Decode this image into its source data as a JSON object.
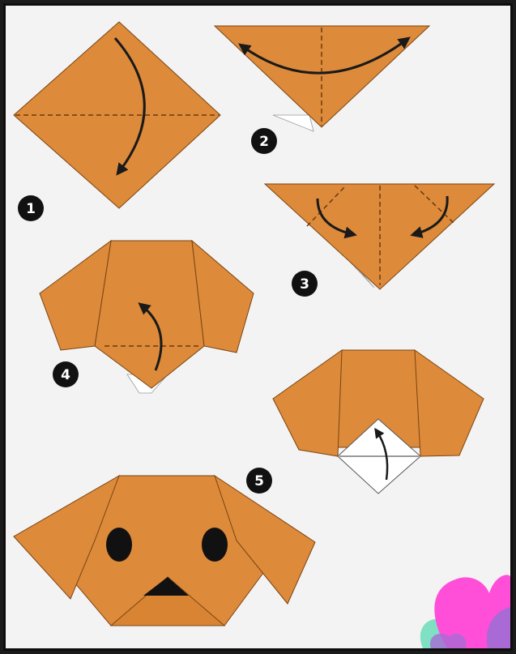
{
  "colors": {
    "paper": "#dd8a3a",
    "paper_dark": "#c8742a",
    "edge": "#7a4412",
    "fold_line": "#6b3a10",
    "arrow": "#1a1a1a",
    "badge": "#111111",
    "badge_text": "#ffffff",
    "background": "#f3f3f3",
    "heart_pink": "#ff4fd8",
    "heart_purple": "#a96ad6",
    "heart_teal": "#7fe0c4"
  },
  "steps": [
    {
      "number": "1"
    },
    {
      "number": "2"
    },
    {
      "number": "3"
    },
    {
      "number": "4"
    },
    {
      "number": "5"
    }
  ]
}
